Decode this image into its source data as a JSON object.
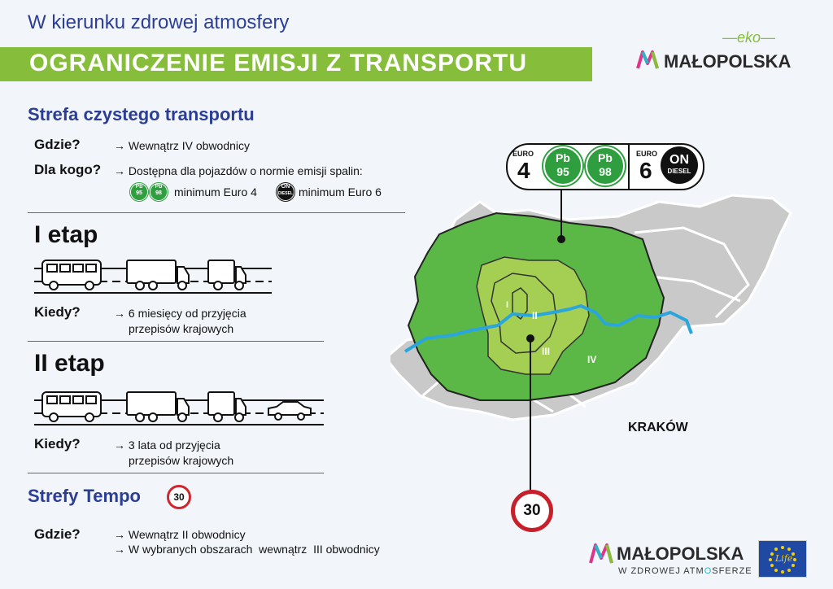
{
  "header": {
    "subtitle": "W kierunku zdrowej atmosfery",
    "banner": "OGRANICZENIE EMISJI Z TRANSPORTU"
  },
  "logo_top": {
    "eko": "eko",
    "name": "MAŁOPOLSKA"
  },
  "zone": {
    "title": "Strefa czystego transportu",
    "where_q": "Gdzie?",
    "where_a": "→ Wewnątrz IV obwodnicy",
    "who_q": "Dla kogo?",
    "who_a": "→ Dostępna dla pojazdów o normie emisji spalin:",
    "petrol_min": "minimum Euro 4",
    "diesel_min": "minimum Euro 6"
  },
  "stage1": {
    "title": "I etap",
    "when_q": "Kiedy?",
    "when_a1": "→ 6 miesięcy od przyjęcia",
    "when_a2": "przepisów krajowych"
  },
  "stage2": {
    "title": "II etap",
    "when_q": "Kiedy?",
    "when_a1": "→ 3 lata od przyjęcia",
    "when_a2": "przepisów krajowych"
  },
  "tempo": {
    "title": "Strefy Tempo",
    "speed": "30",
    "where_q": "Gdzie?",
    "where_a1": "→ Wewnątrz II obwodnicy",
    "where_a2": "→ W wybranych obszarach  wewnątrz  III obwodnicy"
  },
  "badges": {
    "pb95_top": "Pb",
    "pb95_bottom": "95",
    "pb98_top": "Pb",
    "pb98_bottom": "98",
    "on_top": "ON",
    "on_bottom": "DIESEL"
  },
  "map": {
    "euro_label": "EURO",
    "euro_petrol": "4",
    "euro_diesel": "6",
    "ring_I": "I",
    "ring_II": "II",
    "ring_III": "III",
    "ring_IV": "IV",
    "city": "KRAKÓW",
    "speed": "30",
    "colors": {
      "ring4": "#5cb846",
      "ring3": "#a4cf52",
      "river": "#2aa6dd",
      "gray": "#c9c9c9"
    }
  },
  "footer": {
    "brand": "MAŁOPOLSKA",
    "tagline_pre": "W ZDROWEJ ATM",
    "tagline_o": "O",
    "tagline_post": "SFERZE",
    "life": "Life"
  }
}
